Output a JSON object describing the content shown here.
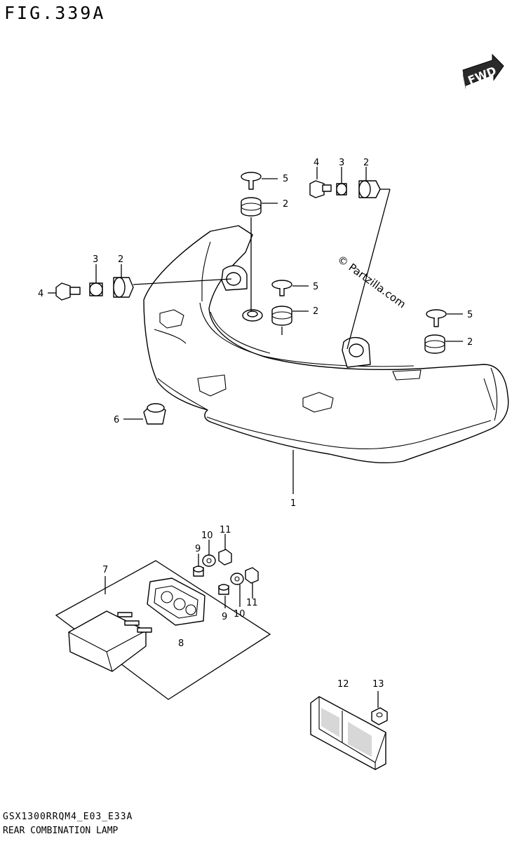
{
  "figure": {
    "title": "FIG.339A",
    "model_code": "GSX1300RRQM4_E03_E33A",
    "name": "REAR COMBINATION LAMP"
  },
  "watermark": "© Partzilla.com",
  "direction_badge": "FWD",
  "callouts": [
    "1",
    "2",
    "2",
    "2",
    "2",
    "2",
    "3",
    "3",
    "4",
    "4",
    "5",
    "5",
    "5",
    "6",
    "7",
    "8",
    "9",
    "9",
    "10",
    "10",
    "11",
    "11",
    "12",
    "13"
  ],
  "colors": {
    "line": "#000000",
    "background": "#ffffff",
    "badge": "#2a2a2a"
  }
}
